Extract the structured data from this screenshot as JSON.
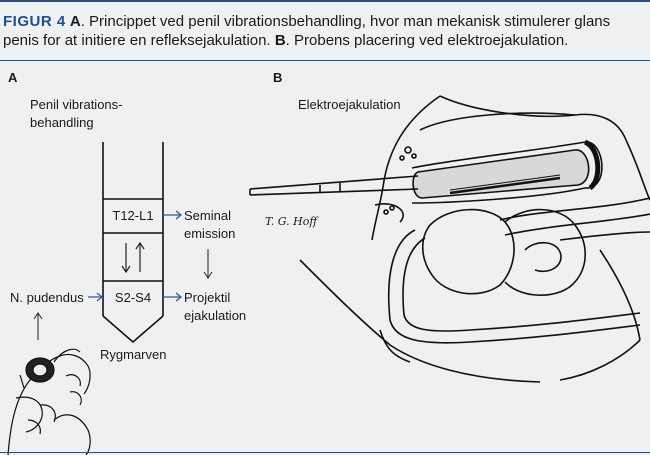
{
  "caption": {
    "label": "FIGUR 4",
    "text_1": " ",
    "a_letter": "A",
    "text_2": ". Princippet ved penil vibrationsbehandling, hvor man mekanisk stimulerer glans penis for at initiere en refleksejakulation. ",
    "b_letter": "B",
    "text_3": ". Probens placering ved elektroejakulation."
  },
  "panel_a": {
    "letter": "A",
    "title_line1": "Penil vibrations-",
    "title_line2": "behandling",
    "segment_upper": "T12-L1",
    "segment_lower": "S2-S4",
    "seminal_line1": "Seminal",
    "seminal_line2": "emission",
    "projektil_line1": "Projektil",
    "projektil_line2": "ejakulation",
    "nerve": "N. pudendus",
    "spinal_cord": "Rygmarven"
  },
  "panel_b": {
    "letter": "B",
    "title": "Elektroejakulation",
    "signature": "T. G. Hoff"
  },
  "colors": {
    "accent": "#1f4e8c",
    "arrow": "#2a5b9a",
    "background": "#eef0f1"
  }
}
